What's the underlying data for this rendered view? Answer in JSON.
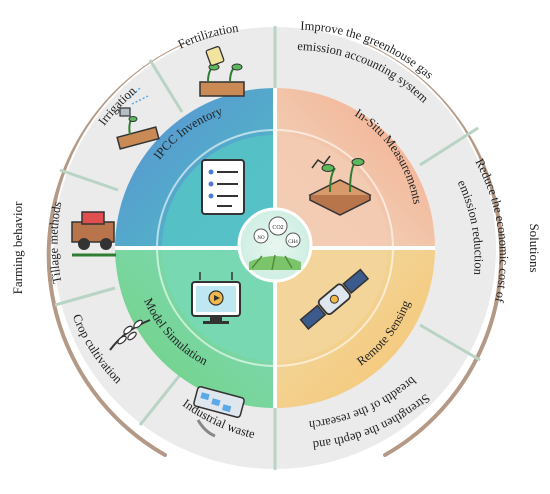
{
  "side_labels": {
    "left": "Farming behavior",
    "right": "Solutions"
  },
  "outer_left": {
    "fertilization": "Fertilization",
    "irrigation": "Irrigation",
    "tillage": "Tillage methods",
    "crop": "Crop cultivation",
    "industrial": "Industrial waste"
  },
  "outer_right": {
    "improve_line1": "Improve the greenhouse gas",
    "improve_line2": "emission accounting system",
    "reduce_line1": "Reduce the economic cost of",
    "reduce_line2": "emission reduction",
    "strengthen_line1": "Strengthen the depth and",
    "strengthen_line2": "breadth of the research"
  },
  "quadrants": {
    "ipcc": "IPCC Inventory",
    "insitu": "In-Situ Measurements",
    "model": "Model Simulation",
    "remote": "Remote Sensing"
  },
  "center": {
    "no": "NO",
    "co2": "CO2",
    "ch4": "CH4"
  },
  "colors": {
    "ipcc": "#5b8fd6",
    "insitu": "#f5b48a",
    "model": "#7fd38a",
    "remote": "#f6c46f",
    "outer_ring": "#ebebeb",
    "arc": "#b49a86"
  }
}
